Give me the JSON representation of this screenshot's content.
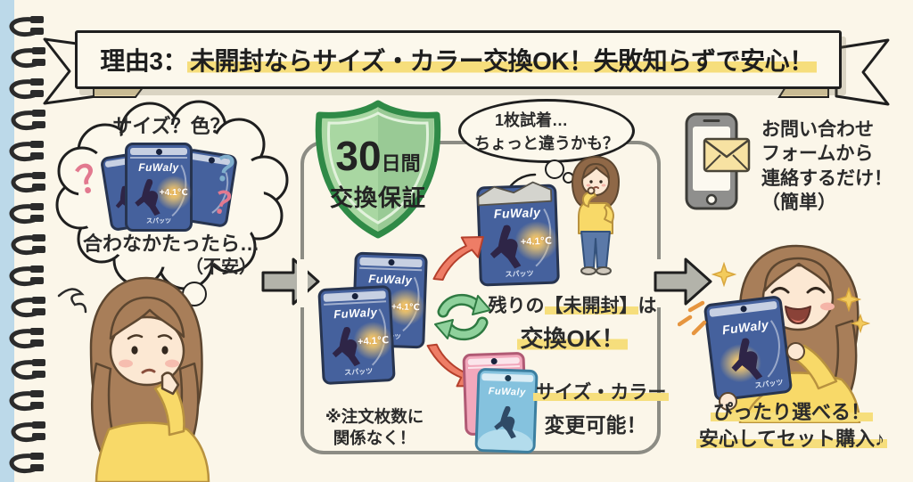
{
  "banner": {
    "prefix": "理由3：",
    "highlight": "未開封ならサイズ・カラー交換OK！失敗知らずで安心！"
  },
  "thought": {
    "title": "サイズ？色？",
    "q1": "？",
    "q2": "？",
    "q3": "？",
    "line1": "合わなかたったら…",
    "line2": "（不安）"
  },
  "shield": {
    "number": "30",
    "unit": "日間",
    "label": "交換保証"
  },
  "try_bubble": {
    "line1": "1枚試着…",
    "line2": "ちょっと違うかも？"
  },
  "exchange": {
    "pre": "残りの",
    "mid": "【未開封】",
    "post": "は",
    "ok": "交換OK！"
  },
  "change": {
    "line1": "サイズ・カラー",
    "line2": "変更可能！"
  },
  "order_note": {
    "line1": "※注文枚数に",
    "line2": "関係なく！"
  },
  "contact": {
    "line1": "お問い合わせ",
    "line2": "フォームから",
    "line3": "連絡するだけ！",
    "line4": "（簡単）"
  },
  "result": {
    "line1": "ぴったり選べる！",
    "line2": "安心してセット購入♪"
  },
  "package": {
    "brand": "FuWaly",
    "temp": "+4.1℃",
    "label": "スパッツ"
  },
  "colors": {
    "background": "#FBF6E9",
    "highlight_yellow": "#F6DE7C",
    "shield_green": "#A9D7A2",
    "package_navy": "#45619D",
    "package_pink": "#F2A8BC",
    "package_cyan": "#85C2DE",
    "arrow_red": "#EE7D66",
    "arrow_gray": "#B3B3AA",
    "recycle_green": "#8FD19C",
    "binding_blue": "#BCD9E9"
  }
}
